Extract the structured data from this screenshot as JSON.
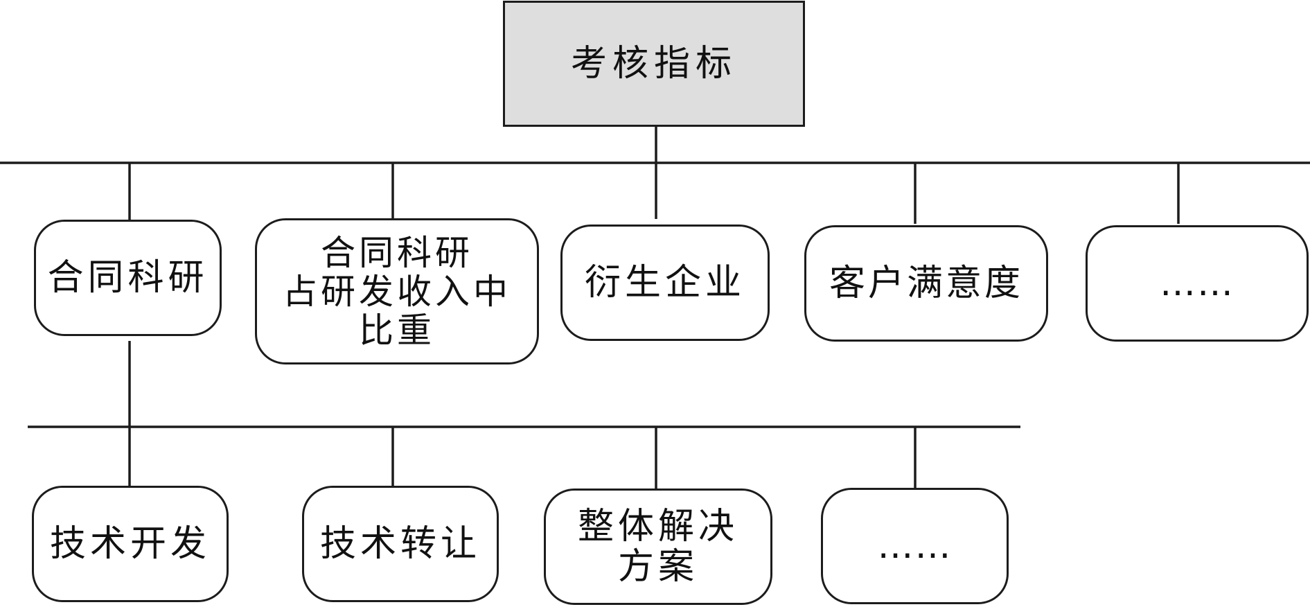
{
  "colors": {
    "line": "#1c1c1c",
    "root_fill": "#dedede",
    "box_fill": "#ffffff",
    "text": "#111111"
  },
  "root": {
    "label": "考核指标"
  },
  "level1": [
    {
      "label": "合同科研"
    },
    {
      "label": "合同科研\n占研发收入中\n比重"
    },
    {
      "label": "衍生企业"
    },
    {
      "label": "客户满意度"
    },
    {
      "label": "……"
    }
  ],
  "level2": [
    {
      "label": "技术开发"
    },
    {
      "label": "技术转让"
    },
    {
      "label": "整体解决\n方案"
    },
    {
      "label": "……"
    }
  ]
}
